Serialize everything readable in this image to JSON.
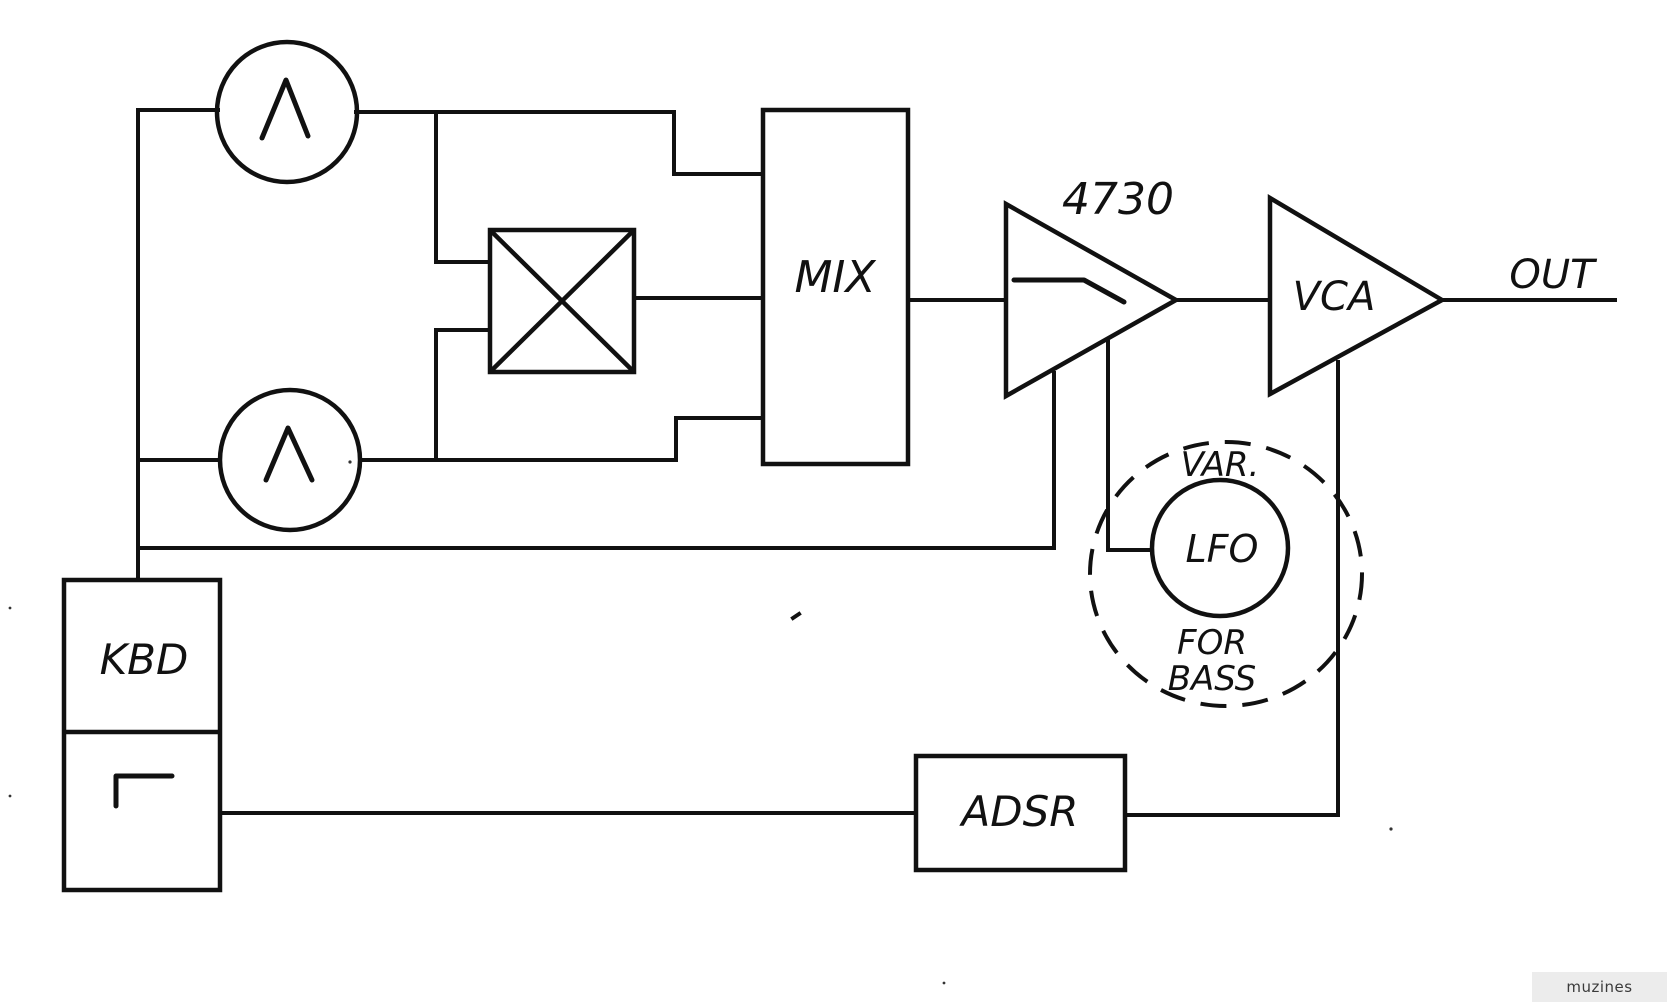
{
  "diagram": {
    "labels": {
      "mixer": "MIX",
      "filter_chip": "4730",
      "vca": "VCA",
      "output": "OUT",
      "lfo": "LFO",
      "lfo_note_top": "VAR.",
      "lfo_note_bottom_1": "FOR",
      "lfo_note_bottom_2": "BASS",
      "keyboard": "KBD",
      "envelope": "ADSR"
    }
  },
  "watermark": {
    "text": "muzines"
  }
}
